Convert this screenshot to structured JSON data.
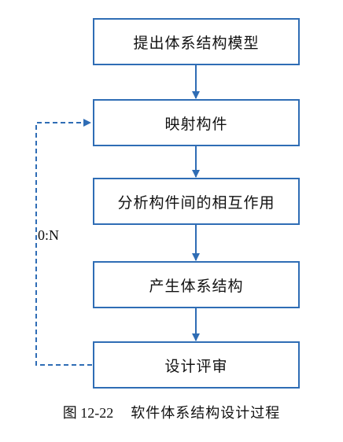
{
  "steps": [
    {
      "label": "提出体系结构模型"
    },
    {
      "label": "映射构件"
    },
    {
      "label": "分析构件间的相互作用"
    },
    {
      "label": "产生体系结构"
    },
    {
      "label": "设计评审"
    }
  ],
  "feedback_loop": {
    "label": "0:N",
    "from_step": "设计评审",
    "to_step": "映射构件",
    "style": "dashed"
  },
  "caption": {
    "number": "图 12-22",
    "title": "软件体系结构设计过程"
  },
  "colors": {
    "box_border": "#2f6db5",
    "arrow": "#2f6db5",
    "text": "#111111"
  }
}
